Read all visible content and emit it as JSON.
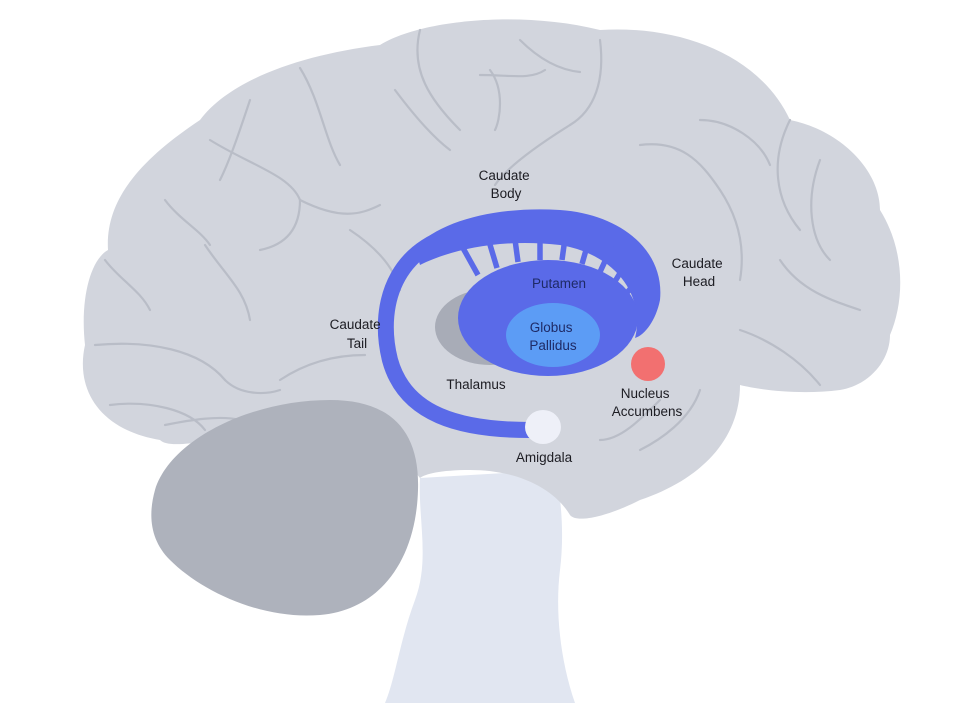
{
  "labels": {
    "caudate_body": [
      "Caudate",
      "Body"
    ],
    "caudate_head": [
      "Caudate",
      "Head"
    ],
    "caudate_tail": [
      "Caudate",
      "Tail"
    ],
    "putamen": "Putamen",
    "globus_pallidus": [
      "Globus",
      "Pallidus"
    ],
    "thalamus": "Thalamus",
    "nucleus_accumbens": [
      "Nucleus",
      "Accumbens"
    ],
    "amigdala": "Amigdala"
  },
  "colors": {
    "background": "#ffffff",
    "brain": "#d2d5dd",
    "sulcus": "#b9bdc7",
    "cerebellum": "#aeb2bc",
    "brainstem": "#e1e6f1",
    "thalamus": "#a8acb7",
    "caudate": "#5a6ae8",
    "putamen": "#5a6ae8",
    "globus_pallidus": "#5c9cf5",
    "nucleus_accumbens": "#f27070",
    "amigdala": "#eef0f8"
  }
}
